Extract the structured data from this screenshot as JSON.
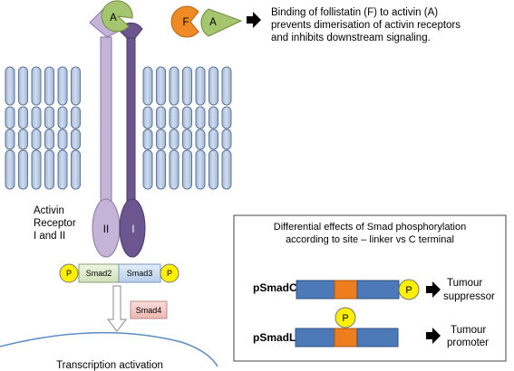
{
  "binding_note": {
    "ligand_f": "F",
    "ligand_a": "A",
    "line1": "Binding of follistatin (F)  to activin (A)",
    "line2": "prevents dimerisation of activin receptors",
    "line3": "and inhibits downstream signaling."
  },
  "receptor": {
    "ligand_label": "A",
    "type2_label": "II",
    "type1_label": "I",
    "caption_line1": "Activin",
    "caption_line2": "Receptor",
    "caption_line3": "I and II"
  },
  "smads": {
    "p_left": "P",
    "smad2": "Smad2",
    "smad3": "Smad3",
    "p_right": "P",
    "smad4": "Smad4"
  },
  "nucleus": {
    "caption": "Transcription activation"
  },
  "diff_box": {
    "title_line1": "Differential effects of Smad phosphorylation",
    "title_line2": "according to site – linker vs C terminal",
    "rows": [
      {
        "label": "pSmadC",
        "p": "P",
        "effect_line1": "Tumour",
        "effect_line2": "suppressor"
      },
      {
        "label": "pSmadL",
        "p": "P",
        "effect_line1": "Tumour",
        "effect_line2": "promoter"
      }
    ]
  },
  "colors": {
    "membrane": "#b7c8e2",
    "membrane_stroke": "#5d7497",
    "receptor_type2": "#c4b4d8",
    "receptor_type1": "#6c5690",
    "activin": "#a6c56f",
    "follistatin": "#f08a24",
    "phosphate": "#fff000",
    "smad2": "#dceacb",
    "smad3": "#c6d9ee",
    "smad4": "#f4c8c4",
    "smad_blue": "#4c79b8",
    "smad_linker": "#ee7d1d"
  }
}
